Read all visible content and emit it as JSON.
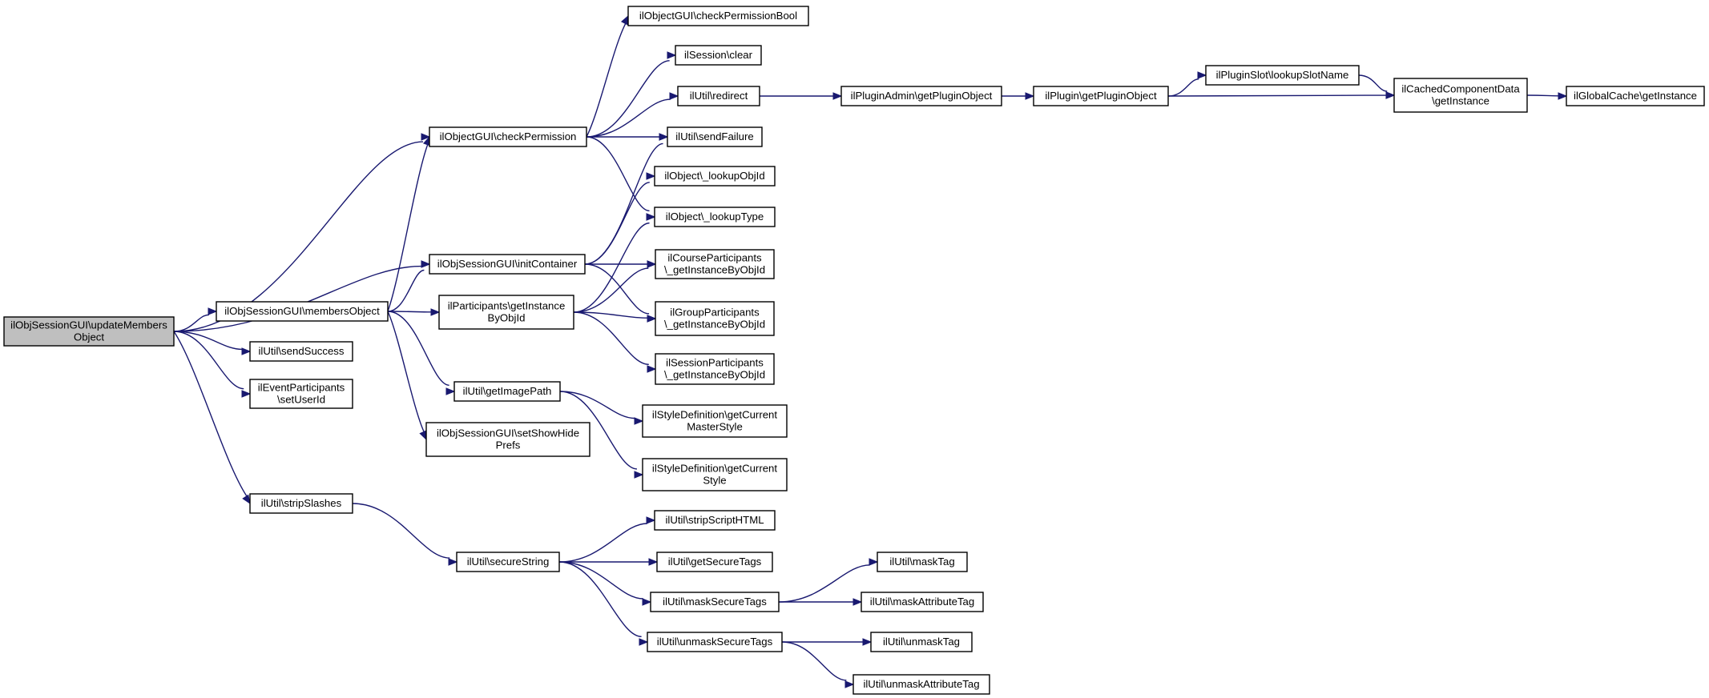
{
  "graph": {
    "edge_color": "#191970",
    "root_fill": "#bfbfbf",
    "nodes": [
      {
        "id": "root",
        "lines": [
          "ilObjSessionGUI\\updateMembers",
          "Object"
        ]
      },
      {
        "id": "checkPermission",
        "lines": [
          "ilObjectGUI\\checkPermission"
        ]
      },
      {
        "id": "initContainer",
        "lines": [
          "ilObjSessionGUI\\initContainer"
        ]
      },
      {
        "id": "membersObject",
        "lines": [
          "ilObjSessionGUI\\membersObject"
        ]
      },
      {
        "id": "sendSuccess",
        "lines": [
          "ilUtil\\sendSuccess"
        ]
      },
      {
        "id": "setUserId",
        "lines": [
          "ilEventParticipants",
          "\\setUserId"
        ]
      },
      {
        "id": "stripSlashes",
        "lines": [
          "ilUtil\\stripSlashes"
        ]
      },
      {
        "id": "checkPermissionBool",
        "lines": [
          "ilObjectGUI\\checkPermissionBool"
        ]
      },
      {
        "id": "sessionClear",
        "lines": [
          "ilSession\\clear"
        ]
      },
      {
        "id": "redirect",
        "lines": [
          "ilUtil\\redirect"
        ]
      },
      {
        "id": "sendFailure",
        "lines": [
          "ilUtil\\sendFailure"
        ]
      },
      {
        "id": "lookupObjId",
        "lines": [
          "ilObject\\_lookupObjId"
        ]
      },
      {
        "id": "lookupType",
        "lines": [
          "ilObject\\_lookupType"
        ]
      },
      {
        "id": "courseParticipants",
        "lines": [
          "ilCourseParticipants",
          "\\_getInstanceByObjId"
        ]
      },
      {
        "id": "groupParticipants",
        "lines": [
          "ilGroupParticipants",
          "\\_getInstanceByObjId"
        ]
      },
      {
        "id": "sessionParticipants",
        "lines": [
          "ilSessionParticipants",
          "\\_getInstanceByObjId"
        ]
      },
      {
        "id": "participantsGetInstance",
        "lines": [
          "ilParticipants\\getInstance",
          "ByObjId"
        ]
      },
      {
        "id": "getImagePath",
        "lines": [
          "ilUtil\\getImagePath"
        ]
      },
      {
        "id": "setShowHidePrefs",
        "lines": [
          "ilObjSessionGUI\\setShowHide",
          "Prefs"
        ]
      },
      {
        "id": "masterStyle",
        "lines": [
          "ilStyleDefinition\\getCurrent",
          "MasterStyle"
        ]
      },
      {
        "id": "currentStyle",
        "lines": [
          "ilStyleDefinition\\getCurrent",
          "Style"
        ]
      },
      {
        "id": "pluginAdmin",
        "lines": [
          "ilPluginAdmin\\getPluginObject"
        ]
      },
      {
        "id": "pluginGet",
        "lines": [
          "ilPlugin\\getPluginObject"
        ]
      },
      {
        "id": "pluginSlot",
        "lines": [
          "ilPluginSlot\\lookupSlotName"
        ]
      },
      {
        "id": "cachedComponent",
        "lines": [
          "ilCachedComponentData",
          "\\getInstance"
        ]
      },
      {
        "id": "globalCache",
        "lines": [
          "ilGlobalCache\\getInstance"
        ]
      },
      {
        "id": "secureString",
        "lines": [
          "ilUtil\\secureString"
        ]
      },
      {
        "id": "stripScriptHTML",
        "lines": [
          "ilUtil\\stripScriptHTML"
        ]
      },
      {
        "id": "getSecureTags",
        "lines": [
          "ilUtil\\getSecureTags"
        ]
      },
      {
        "id": "maskSecureTags",
        "lines": [
          "ilUtil\\maskSecureTags"
        ]
      },
      {
        "id": "unmaskSecureTags",
        "lines": [
          "ilUtil\\unmaskSecureTags"
        ]
      },
      {
        "id": "maskTag",
        "lines": [
          "ilUtil\\maskTag"
        ]
      },
      {
        "id": "maskAttributeTag",
        "lines": [
          "ilUtil\\maskAttributeTag"
        ]
      },
      {
        "id": "unmaskTag",
        "lines": [
          "ilUtil\\unmaskTag"
        ]
      },
      {
        "id": "unmaskAttributeTag",
        "lines": [
          "ilUtil\\unmaskAttributeTag"
        ]
      }
    ],
    "edges": [
      [
        "root",
        "checkPermission"
      ],
      [
        "root",
        "initContainer"
      ],
      [
        "root",
        "membersObject"
      ],
      [
        "root",
        "sendSuccess"
      ],
      [
        "root",
        "setUserId"
      ],
      [
        "root",
        "stripSlashes"
      ],
      [
        "checkPermission",
        "checkPermissionBool"
      ],
      [
        "checkPermission",
        "sessionClear"
      ],
      [
        "checkPermission",
        "redirect"
      ],
      [
        "checkPermission",
        "sendFailure"
      ],
      [
        "checkPermission",
        "lookupType"
      ],
      [
        "redirect",
        "pluginAdmin"
      ],
      [
        "pluginAdmin",
        "pluginGet"
      ],
      [
        "pluginGet",
        "pluginSlot"
      ],
      [
        "pluginGet",
        "cachedComponent"
      ],
      [
        "pluginSlot",
        "cachedComponent"
      ],
      [
        "cachedComponent",
        "globalCache"
      ],
      [
        "initContainer",
        "sendFailure"
      ],
      [
        "initContainer",
        "lookupObjId"
      ],
      [
        "initContainer",
        "courseParticipants"
      ],
      [
        "initContainer",
        "groupParticipants"
      ],
      [
        "membersObject",
        "checkPermission"
      ],
      [
        "membersObject",
        "initContainer"
      ],
      [
        "membersObject",
        "participantsGetInstance"
      ],
      [
        "membersObject",
        "getImagePath"
      ],
      [
        "membersObject",
        "setShowHidePrefs"
      ],
      [
        "participantsGetInstance",
        "lookupType"
      ],
      [
        "participantsGetInstance",
        "courseParticipants"
      ],
      [
        "participantsGetInstance",
        "groupParticipants"
      ],
      [
        "participantsGetInstance",
        "sessionParticipants"
      ],
      [
        "getImagePath",
        "masterStyle"
      ],
      [
        "getImagePath",
        "currentStyle"
      ],
      [
        "stripSlashes",
        "secureString"
      ],
      [
        "secureString",
        "stripScriptHTML"
      ],
      [
        "secureString",
        "getSecureTags"
      ],
      [
        "secureString",
        "maskSecureTags"
      ],
      [
        "secureString",
        "unmaskSecureTags"
      ],
      [
        "maskSecureTags",
        "maskTag"
      ],
      [
        "maskSecureTags",
        "maskAttributeTag"
      ],
      [
        "unmaskSecureTags",
        "unmaskTag"
      ],
      [
        "unmaskSecureTags",
        "unmaskAttributeTag"
      ]
    ]
  }
}
